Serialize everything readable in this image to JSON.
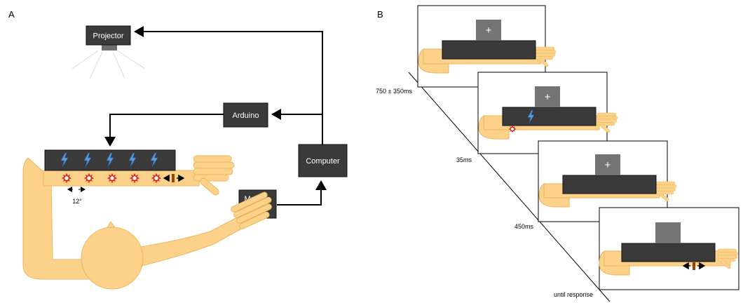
{
  "panels": {
    "a_label": "A",
    "b_label": "B"
  },
  "setup": {
    "projector": "Projector",
    "arduino": "Arduino",
    "computer": "Computer",
    "mouse": "Mouse",
    "spacing_label": "12°"
  },
  "timeline": {
    "fixation_symbol": "+",
    "durations": [
      "750 ± 350ms",
      "35ms",
      "450ms",
      "until response"
    ]
  },
  "colors": {
    "skin": "#fcd28b",
    "skin_outline": "#eab75e",
    "dark_box": "#3a3a3a",
    "fixation_box": "#747474",
    "shock_blue": "#5b9bd5",
    "stimulus_red": "#e0251b",
    "probe_brown": "#8b4513"
  }
}
